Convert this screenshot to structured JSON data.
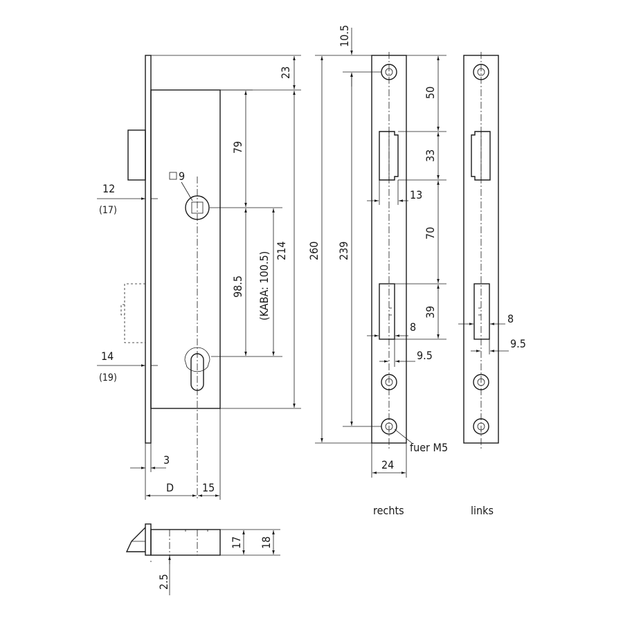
{
  "dimensions": {
    "d_10_5": "10.5",
    "d_23": "23",
    "d_79": "79",
    "d_214": "214",
    "d_260": "260",
    "d_239": "239",
    "d_98_5": "98.5",
    "d_kaba": "(KABA: 100.5)",
    "d_square9": "9",
    "d_12": "12",
    "d_17p": "(17)",
    "d_14": "14",
    "d_19p": "(19)",
    "d_3": "3",
    "d_D": "D",
    "d_15": "15",
    "d_50": "50",
    "d_33": "33",
    "d_13": "13",
    "d_70": "70",
    "d_39": "39",
    "d_8_right": "8",
    "d_9_5_right": "9.5",
    "d_24": "24",
    "d_8_left": "8",
    "d_9_5_left": "9.5",
    "d_17": "17",
    "d_18": "18",
    "d_2_5": "2.5"
  },
  "labels": {
    "screw": "fuer M5",
    "rechts": "rechts",
    "links": "links"
  }
}
